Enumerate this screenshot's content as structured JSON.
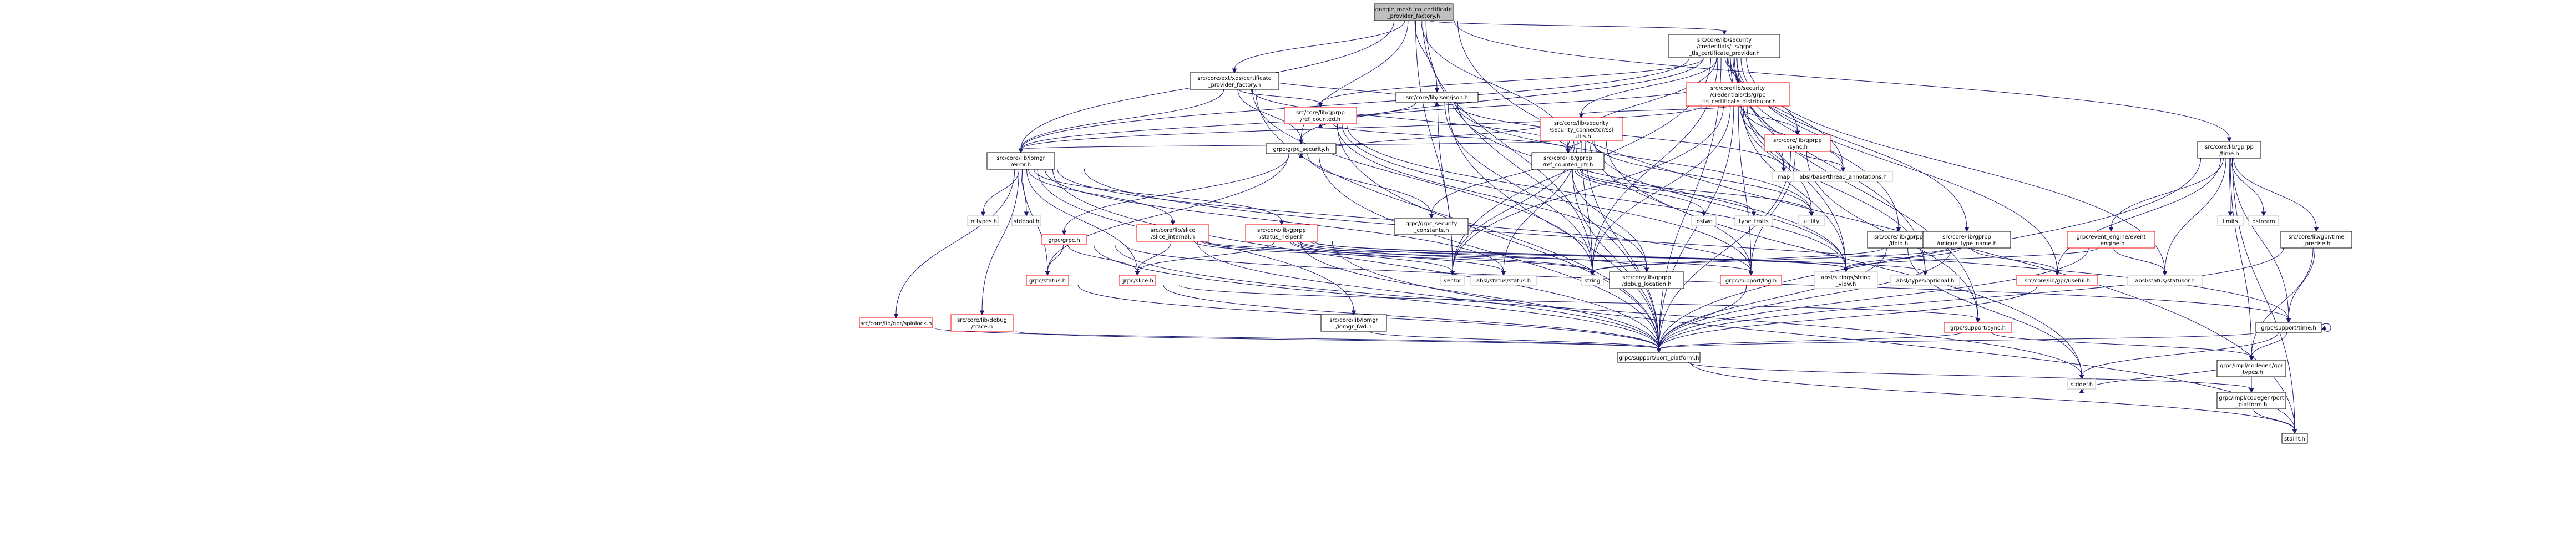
{
  "colors": {
    "edge": "#191970",
    "root_fill": "#bfbfbf",
    "root_stroke": "#000000",
    "linked_stroke": "#000000",
    "incomplete_stroke": "#ff0000",
    "external_stroke": "#bfbfbf",
    "node_fill": "#ffffff"
  },
  "nodes": [
    {
      "id": "root",
      "kind": "root",
      "lines": [
        "google_mesh_ca_certificate",
        "_provider_factory.h"
      ]
    },
    {
      "id": "xds_cert_factory",
      "kind": "linked",
      "lines": [
        "src/core/ext/xds/certificate",
        "_provider_factory.h"
      ]
    },
    {
      "id": "tls_cert_provider",
      "kind": "linked",
      "lines": [
        "src/core/lib/security",
        "/credentials/tls/grpc",
        "_tls_certificate_provider.h"
      ]
    },
    {
      "id": "tls_cert_distributor",
      "kind": "incomplete",
      "lines": [
        "src/core/lib/security",
        "/credentials/tls/grpc",
        "_tls_certificate_distributor.h"
      ]
    },
    {
      "id": "json",
      "kind": "linked",
      "lines": [
        "src/core/lib/json/json.h"
      ]
    },
    {
      "id": "ref_counted",
      "kind": "incomplete",
      "lines": [
        "src/core/lib/gprpp",
        "/ref_counted.h"
      ]
    },
    {
      "id": "sec_connector_utils",
      "kind": "incomplete",
      "lines": [
        "src/core/lib/security",
        "/security_connector/ssl",
        "_utils.h"
      ]
    },
    {
      "id": "gprpp_sync",
      "kind": "incomplete",
      "lines": [
        "src/core/lib/gprpp",
        "/sync.h"
      ]
    },
    {
      "id": "grpc_security",
      "kind": "linked",
      "lines": [
        "grpc/grpc_security.h"
      ]
    },
    {
      "id": "error",
      "kind": "linked",
      "lines": [
        "src/core/lib/iomgr",
        "/error.h"
      ]
    },
    {
      "id": "map",
      "kind": "external",
      "lines": [
        "map"
      ]
    },
    {
      "id": "ref_counted_ptr",
      "kind": "linked",
      "lines": [
        "src/core/lib/gprpp",
        "/ref_counted_ptr.h"
      ]
    },
    {
      "id": "thread_annotations",
      "kind": "external",
      "lines": [
        "absl/base/thread_annotations.h"
      ]
    },
    {
      "id": "gprpp_time",
      "kind": "linked",
      "lines": [
        "src/core/lib/gprpp",
        "/time.h"
      ]
    },
    {
      "id": "inttypes",
      "kind": "external",
      "lines": [
        "inttypes.h"
      ]
    },
    {
      "id": "stdbool",
      "kind": "external",
      "lines": [
        "stdbool.h"
      ]
    },
    {
      "id": "status_helper",
      "kind": "incomplete",
      "lines": [
        "src/core/lib/gprpp",
        "/status_helper.h"
      ]
    },
    {
      "id": "slice_internal",
      "kind": "incomplete",
      "lines": [
        "src/core/lib/slice",
        "/slice_internal.h"
      ]
    },
    {
      "id": "grpc_security_constants",
      "kind": "linked",
      "lines": [
        "grpc/grpc_security",
        "_constants.h"
      ]
    },
    {
      "id": "iosfwd",
      "kind": "external",
      "lines": [
        "iosfwd"
      ]
    },
    {
      "id": "type_traits",
      "kind": "external",
      "lines": [
        "type_traits"
      ]
    },
    {
      "id": "utility",
      "kind": "external",
      "lines": [
        "utility"
      ]
    },
    {
      "id": "gprpp_fold",
      "kind": "linked",
      "lines": [
        "src/core/lib/gprpp",
        "/ifold.h"
      ]
    },
    {
      "id": "unique_type_name",
      "kind": "linked",
      "lines": [
        "src/core/lib/gprpp",
        "/unique_type_name.h"
      ]
    },
    {
      "id": "event_engine",
      "kind": "incomplete",
      "lines": [
        "grpc/event_engine/event",
        "_engine.h"
      ]
    },
    {
      "id": "limits",
      "kind": "external",
      "lines": [
        "limits"
      ]
    },
    {
      "id": "ostream",
      "kind": "external",
      "lines": [
        "ostream"
      ]
    },
    {
      "id": "time_precise",
      "kind": "linked",
      "lines": [
        "src/core/lib/gpr/time",
        "_precise.h"
      ]
    },
    {
      "id": "grpc_h",
      "kind": "incomplete",
      "lines": [
        "grpc/grpc.h"
      ]
    },
    {
      "id": "status_h",
      "kind": "incomplete",
      "lines": [
        "grpc/status.h"
      ]
    },
    {
      "id": "slice_h",
      "kind": "incomplete",
      "lines": [
        "grpc/slice.h"
      ]
    },
    {
      "id": "vector",
      "kind": "external",
      "lines": [
        "vector"
      ]
    },
    {
      "id": "absl_status",
      "kind": "external",
      "lines": [
        "absl/status/status.h"
      ]
    },
    {
      "id": "string",
      "kind": "external",
      "lines": [
        "string"
      ]
    },
    {
      "id": "debug_location",
      "kind": "linked",
      "lines": [
        "src/core/lib/gprpp",
        "/debug_location.h"
      ]
    },
    {
      "id": "support_log",
      "kind": "incomplete",
      "lines": [
        "grpc/support/log.h"
      ]
    },
    {
      "id": "string_view",
      "kind": "external",
      "lines": [
        "absl/strings/string",
        "_view.h"
      ]
    },
    {
      "id": "absl_optional",
      "kind": "external",
      "lines": [
        "absl/types/optional.h"
      ]
    },
    {
      "id": "useful",
      "kind": "incomplete",
      "lines": [
        "src/core/lib/gpr/useful.h"
      ]
    },
    {
      "id": "statusor",
      "kind": "external",
      "lines": [
        "absl/status/statusor.h"
      ]
    },
    {
      "id": "spinlock",
      "kind": "incomplete",
      "lines": [
        "src/core/lib/gpr/spinlock.h"
      ]
    },
    {
      "id": "debug_trace",
      "kind": "incomplete",
      "lines": [
        "src/core/lib/debug",
        "/trace.h"
      ]
    },
    {
      "id": "iomgr_fwd",
      "kind": "linked",
      "lines": [
        "src/core/lib/iomgr",
        "/iomgr_fwd.h"
      ]
    },
    {
      "id": "support_sync",
      "kind": "incomplete",
      "lines": [
        "grpc/support/sync.h"
      ]
    },
    {
      "id": "support_time",
      "kind": "linked",
      "lines": [
        "grpc/support/time.h"
      ]
    },
    {
      "id": "port_platform",
      "kind": "linked",
      "lines": [
        "grpc/support/port_platform.h"
      ]
    },
    {
      "id": "gpr_types",
      "kind": "linked",
      "lines": [
        "grpc/impl/codegen/gpr",
        "_types.h"
      ]
    },
    {
      "id": "codegen_port_platform",
      "kind": "linked",
      "lines": [
        "grpc/impl/codegen/port",
        "_platform.h"
      ]
    },
    {
      "id": "stddef",
      "kind": "external",
      "lines": [
        "stddef.h"
      ]
    },
    {
      "id": "stdint",
      "kind": "linked",
      "lines": [
        "stdint.h"
      ]
    }
  ],
  "edges": [
    [
      "root",
      "xds_cert_factory"
    ],
    [
      "root",
      "tls_cert_provider"
    ],
    [
      "root",
      "json"
    ],
    [
      "root",
      "grpc_security"
    ],
    [
      "root",
      "error"
    ],
    [
      "root",
      "ref_counted_ptr"
    ],
    [
      "root",
      "gprpp_time"
    ],
    [
      "root",
      "string"
    ],
    [
      "root",
      "port_platform"
    ],
    [
      "root",
      "stdint"
    ],
    [
      "root",
      "vector"
    ],
    [
      "xds_cert_factory",
      "ref_counted"
    ],
    [
      "xds_cert_factory",
      "json"
    ],
    [
      "xds_cert_factory",
      "grpc_security"
    ],
    [
      "xds_cert_factory",
      "error"
    ],
    [
      "xds_cert_factory",
      "ref_counted_ptr"
    ],
    [
      "xds_cert_factory",
      "port_platform"
    ],
    [
      "xds_cert_factory",
      "string"
    ],
    [
      "tls_cert_provider",
      "tls_cert_distributor"
    ],
    [
      "tls_cert_provider",
      "sec_connector_utils"
    ],
    [
      "tls_cert_provider",
      "gprpp_sync"
    ],
    [
      "tls_cert_provider",
      "ref_counted"
    ],
    [
      "tls_cert_provider",
      "map"
    ],
    [
      "tls_cert_provider",
      "thread_annotations"
    ],
    [
      "tls_cert_provider",
      "gprpp_fold"
    ],
    [
      "tls_cert_provider",
      "unique_type_name"
    ],
    [
      "tls_cert_provider",
      "statusor"
    ],
    [
      "tls_cert_provider",
      "string_view"
    ],
    [
      "tls_cert_provider",
      "absl_optional"
    ],
    [
      "tls_cert_provider",
      "useful"
    ],
    [
      "tls_cert_provider",
      "grpc_security"
    ],
    [
      "tls_cert_provider",
      "support_sync"
    ],
    [
      "tls_cert_provider",
      "port_platform"
    ],
    [
      "tls_cert_provider",
      "error"
    ],
    [
      "tls_cert_provider",
      "string"
    ],
    [
      "tls_cert_provider",
      "vector"
    ],
    [
      "tls_cert_provider",
      "ref_counted_ptr"
    ],
    [
      "tls_cert_distributor",
      "ref_counted"
    ],
    [
      "tls_cert_distributor",
      "sec_connector_utils"
    ],
    [
      "tls_cert_distributor",
      "gprpp_sync"
    ],
    [
      "tls_cert_distributor",
      "map"
    ],
    [
      "tls_cert_distributor",
      "thread_annotations"
    ],
    [
      "tls_cert_distributor",
      "absl_optional"
    ],
    [
      "tls_cert_distributor",
      "string_view"
    ],
    [
      "tls_cert_distributor",
      "error"
    ],
    [
      "tls_cert_distributor",
      "port_platform"
    ],
    [
      "tls_cert_distributor",
      "utility"
    ],
    [
      "tls_cert_distributor",
      "support_log"
    ],
    [
      "tls_cert_distributor",
      "vector"
    ],
    [
      "tls_cert_distributor",
      "string"
    ],
    [
      "json",
      "error"
    ],
    [
      "json",
      "map"
    ],
    [
      "json",
      "string"
    ],
    [
      "json",
      "vector"
    ],
    [
      "json",
      "string_view"
    ],
    [
      "json",
      "utility"
    ],
    [
      "json",
      "port_platform"
    ],
    [
      "ref_counted",
      "ref_counted_ptr"
    ],
    [
      "ref_counted",
      "debug_location"
    ],
    [
      "ref_counted",
      "support_log"
    ],
    [
      "ref_counted",
      "port_platform"
    ],
    [
      "ref_counted",
      "string_view"
    ],
    [
      "sec_connector_utils",
      "grpc_security"
    ],
    [
      "sec_connector_utils",
      "grpc_security_constants"
    ],
    [
      "sec_connector_utils",
      "error"
    ],
    [
      "sec_connector_utils",
      "ref_counted_ptr"
    ],
    [
      "sec_connector_utils",
      "string"
    ],
    [
      "sec_connector_utils",
      "vector"
    ],
    [
      "sec_connector_utils",
      "string_view"
    ],
    [
      "sec_connector_utils",
      "support_log"
    ],
    [
      "sec_connector_utils",
      "port_platform"
    ],
    [
      "sec_connector_utils",
      "stddef"
    ],
    [
      "sec_connector_utils",
      "utility"
    ],
    [
      "sec_connector_utils",
      "absl_status"
    ],
    [
      "gprpp_sync",
      "thread_annotations"
    ],
    [
      "gprpp_sync",
      "support_sync"
    ],
    [
      "gprpp_sync",
      "support_log"
    ],
    [
      "gprpp_sync",
      "port_platform"
    ],
    [
      "grpc_security",
      "grpc_h"
    ],
    [
      "grpc_security",
      "status_h"
    ],
    [
      "grpc_security",
      "grpc_security_constants"
    ],
    [
      "grpc_security",
      "port_platform"
    ],
    [
      "error",
      "inttypes"
    ],
    [
      "error",
      "stdbool"
    ],
    [
      "error",
      "status_helper"
    ],
    [
      "error",
      "slice_internal"
    ],
    [
      "error",
      "spinlock"
    ],
    [
      "error",
      "debug_trace"
    ],
    [
      "error",
      "iomgr_fwd"
    ],
    [
      "error",
      "absl_status"
    ],
    [
      "error",
      "support_log"
    ],
    [
      "error",
      "status_h"
    ],
    [
      "error",
      "slice_h"
    ],
    [
      "error",
      "port_platform"
    ],
    [
      "error",
      "support_time"
    ],
    [
      "ref_counted_ptr",
      "iosfwd"
    ],
    [
      "ref_counted_ptr",
      "type_traits"
    ],
    [
      "ref_counted_ptr",
      "utility"
    ],
    [
      "ref_counted_ptr",
      "debug_location"
    ],
    [
      "ref_counted_ptr",
      "port_platform"
    ],
    [
      "gprpp_time",
      "event_engine"
    ],
    [
      "gprpp_time",
      "limits"
    ],
    [
      "gprpp_time",
      "ostream"
    ],
    [
      "gprpp_time",
      "time_precise"
    ],
    [
      "gprpp_time",
      "useful"
    ],
    [
      "gprpp_time",
      "support_time"
    ],
    [
      "gprpp_time",
      "port_platform"
    ],
    [
      "gprpp_time",
      "gpr_types"
    ],
    [
      "gprpp_time",
      "statusor"
    ],
    [
      "gprpp_time",
      "stdint"
    ],
    [
      "status_helper",
      "absl_status"
    ],
    [
      "status_helper",
      "absl_optional"
    ],
    [
      "status_helper",
      "string_view"
    ],
    [
      "status_helper",
      "debug_location"
    ],
    [
      "status_helper",
      "slice_h"
    ],
    [
      "status_helper",
      "port_platform"
    ],
    [
      "status_helper",
      "vector"
    ],
    [
      "status_helper",
      "string"
    ],
    [
      "status_helper",
      "stdint"
    ],
    [
      "slice_internal",
      "slice_h"
    ],
    [
      "slice_internal",
      "string"
    ],
    [
      "slice_internal",
      "string_view"
    ],
    [
      "slice_internal",
      "support_log"
    ],
    [
      "slice_internal",
      "port_platform"
    ],
    [
      "gprpp_fold",
      "stddef"
    ],
    [
      "gprpp_fold",
      "port_platform"
    ],
    [
      "gprpp_fold",
      "string"
    ],
    [
      "unique_type_name",
      "string"
    ],
    [
      "unique_type_name",
      "string_view"
    ],
    [
      "unique_type_name",
      "useful"
    ],
    [
      "unique_type_name",
      "port_platform"
    ],
    [
      "event_engine",
      "statusor"
    ],
    [
      "event_engine",
      "string_view"
    ],
    [
      "event_engine",
      "port_platform"
    ],
    [
      "time_precise",
      "support_time"
    ],
    [
      "time_precise",
      "gpr_types"
    ],
    [
      "time_precise",
      "port_platform"
    ],
    [
      "grpc_h",
      "status_h"
    ],
    [
      "grpc_h",
      "slice_h"
    ],
    [
      "grpc_h",
      "port_platform"
    ],
    [
      "grpc_h",
      "support_time"
    ],
    [
      "grpc_h",
      "stddef"
    ],
    [
      "status_h",
      "port_platform"
    ],
    [
      "slice_h",
      "port_platform"
    ],
    [
      "slice_h",
      "support_sync"
    ],
    [
      "support_log",
      "port_platform"
    ],
    [
      "useful",
      "port_platform"
    ],
    [
      "spinlock",
      "port_platform"
    ],
    [
      "debug_trace",
      "port_platform"
    ],
    [
      "iomgr_fwd",
      "port_platform"
    ],
    [
      "support_sync",
      "port_platform"
    ],
    [
      "support_sync",
      "gpr_types"
    ],
    [
      "support_time",
      "port_platform"
    ],
    [
      "support_time",
      "gpr_types"
    ],
    [
      "support_time",
      "support_time"
    ],
    [
      "support_time",
      "stddef"
    ],
    [
      "port_platform",
      "codegen_port_platform"
    ],
    [
      "port_platform",
      "stdint"
    ],
    [
      "gpr_types",
      "stddef"
    ],
    [
      "gpr_types",
      "codegen_port_platform"
    ],
    [
      "codegen_port_platform",
      "stdint"
    ]
  ]
}
